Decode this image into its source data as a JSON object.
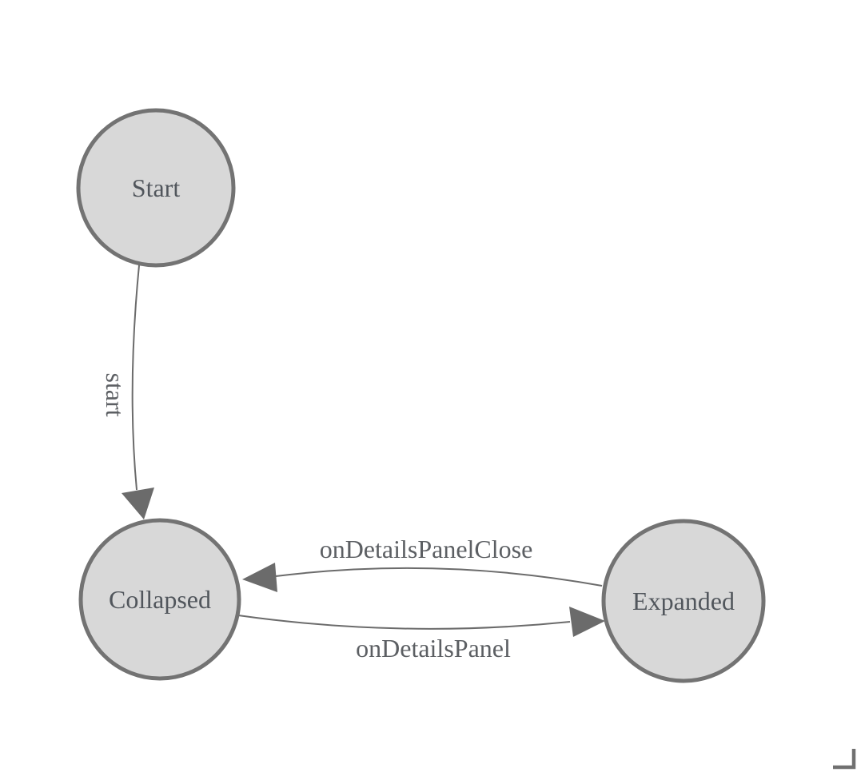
{
  "diagram": {
    "type": "state-machine",
    "states": [
      {
        "id": "start",
        "label": "Start"
      },
      {
        "id": "collapsed",
        "label": "Collapsed"
      },
      {
        "id": "expanded",
        "label": "Expanded"
      }
    ],
    "transitions": [
      {
        "from": "Start",
        "to": "Collapsed",
        "label": "start"
      },
      {
        "from": "Expanded",
        "to": "Collapsed",
        "label": "onDetailsPanelClose"
      },
      {
        "from": "Collapsed",
        "to": "Expanded",
        "label": "onDetailsPanel"
      }
    ],
    "colors": {
      "background": "#ffffff",
      "state_fill": "#d8d8d8",
      "state_border": "#737373",
      "edge_line": "#6b6b6b",
      "state_text": "#51565c",
      "edge_label_text": "#5c5f63",
      "resize_handle": "#707070"
    },
    "icons": {
      "arrowhead": "solid-triangle",
      "resize_corner": "l-shape-corner"
    }
  }
}
